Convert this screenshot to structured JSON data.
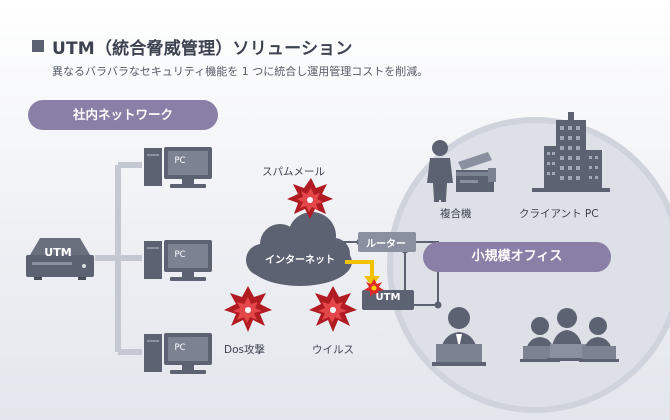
{
  "header": {
    "title": "UTM（統合脅威管理）ソリューション",
    "subtitle": "異なるバラバラなセキュリティ機能を 1 つに統合し運用管理コストを削減。"
  },
  "lan": {
    "label": "社内ネットワーク",
    "utm_label": "UTM",
    "pcs": [
      {
        "label": "PC"
      },
      {
        "label": "PC"
      },
      {
        "label": "PC"
      }
    ]
  },
  "internet": {
    "label": "インターネット",
    "threats": {
      "spam": "スパムメール",
      "dos": "Dos攻撃",
      "virus": "ウイルス"
    }
  },
  "office": {
    "label": "小規模オフィス",
    "router_label": "ルーター",
    "utm_label": "UTM",
    "copier_label": "複合機",
    "client_label": "クライアント PC"
  },
  "colors": {
    "pill": "#8a7fa6",
    "device": "#5d6272",
    "threat": "#b01c22",
    "arrow": "#f2c200",
    "line": "#c4c8d0"
  }
}
